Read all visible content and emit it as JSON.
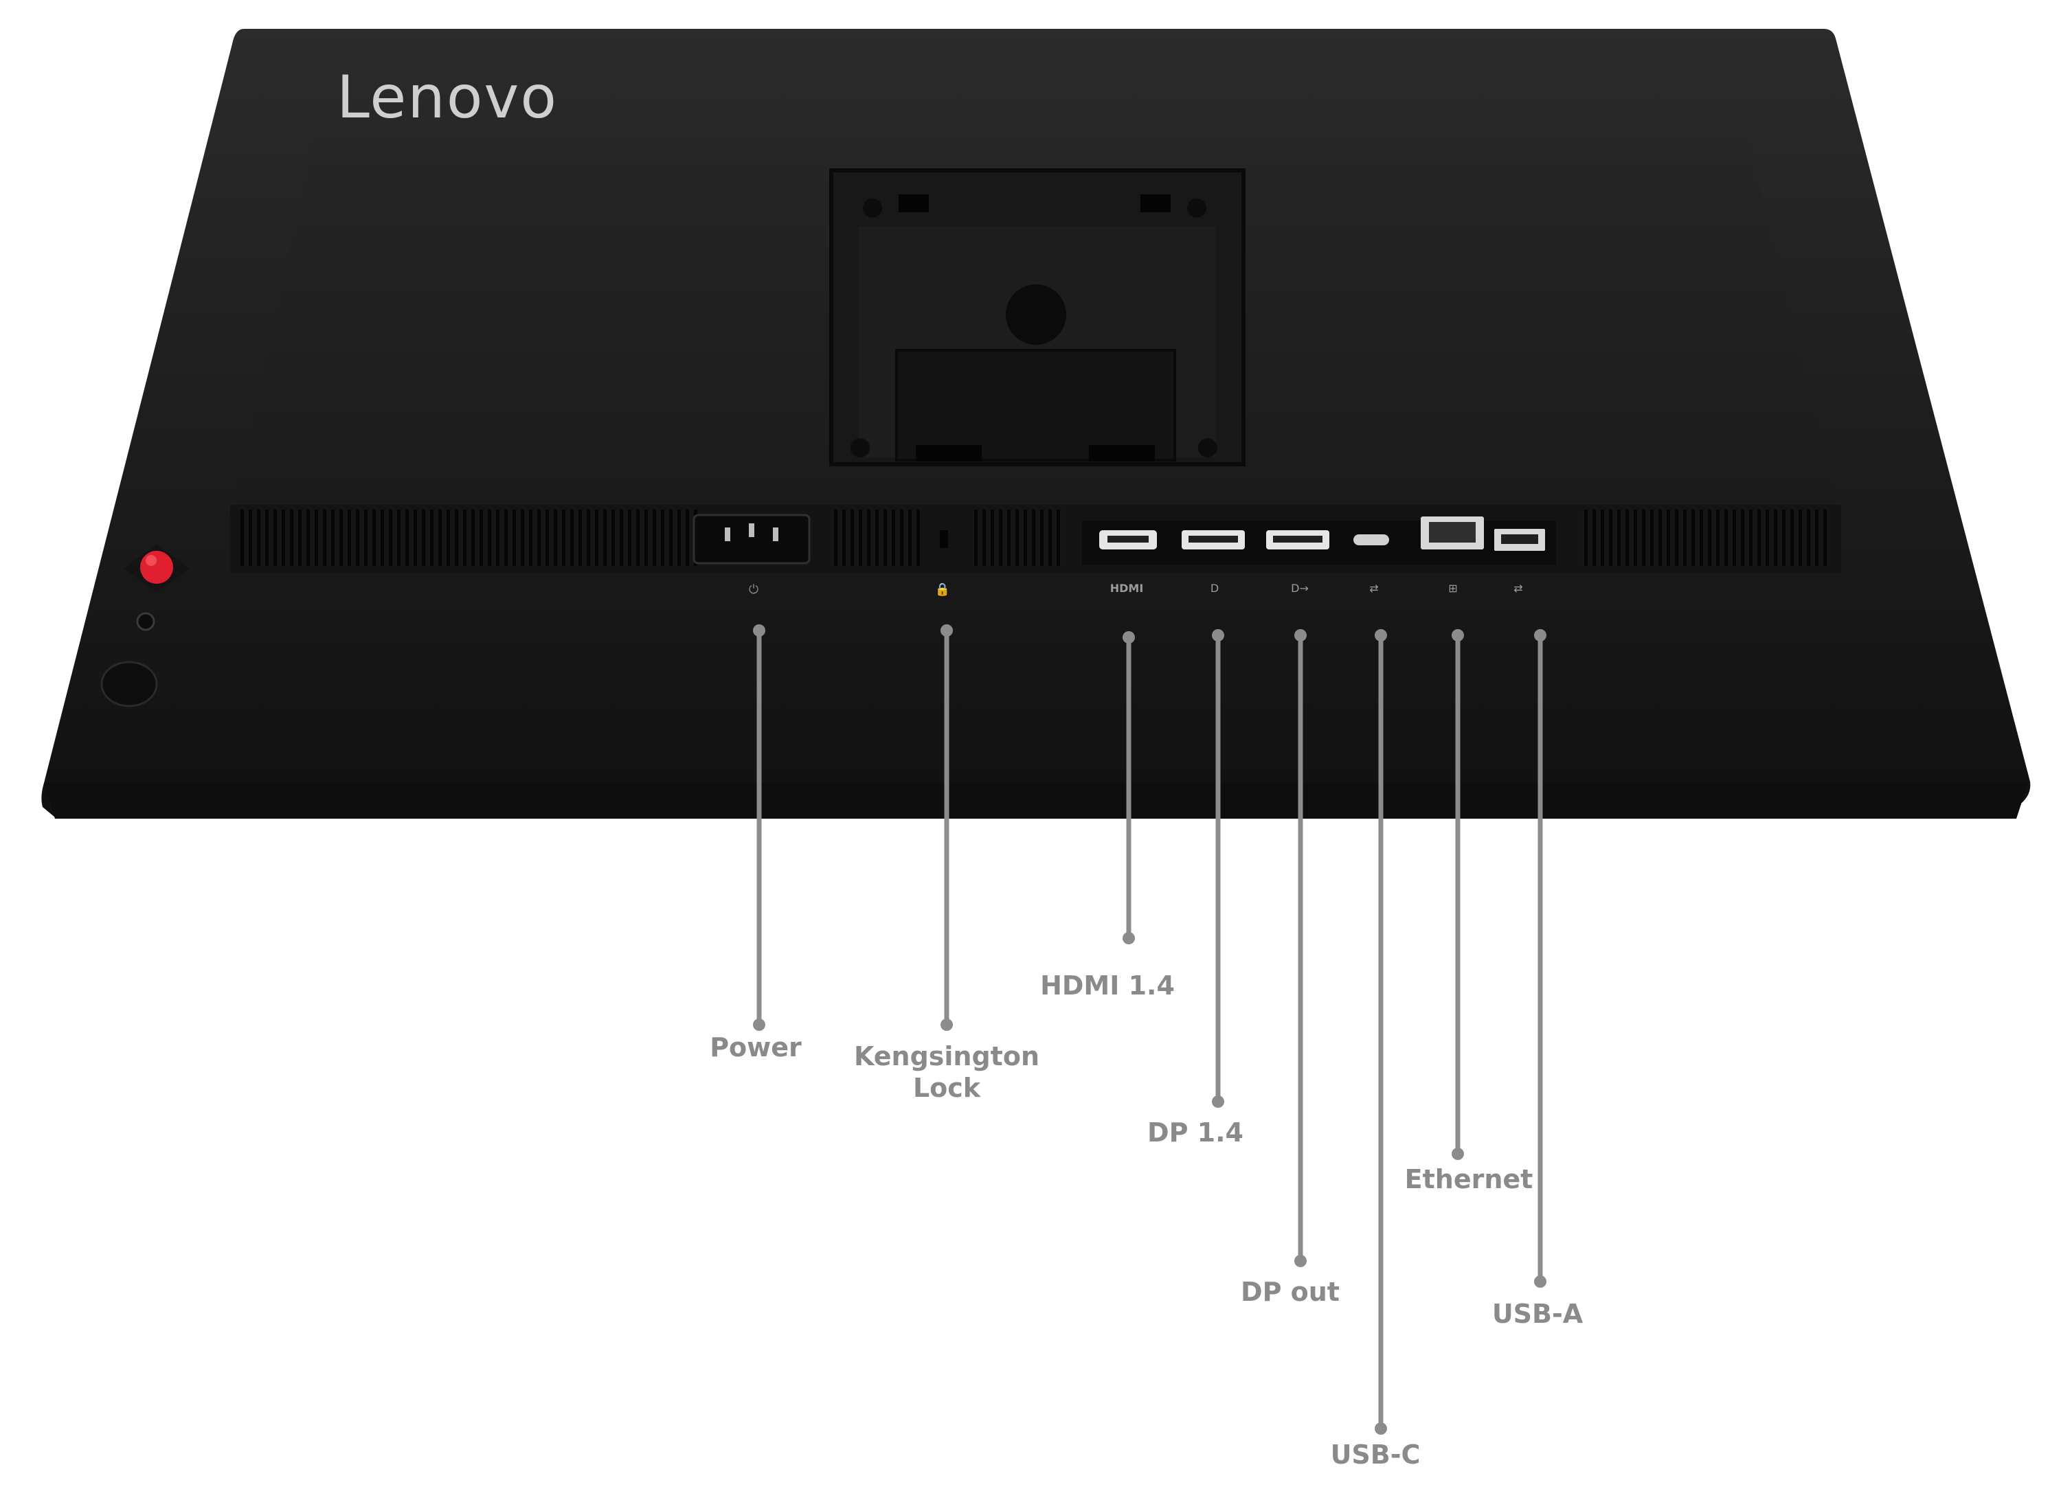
{
  "brand": {
    "logo_text": "Lenovo"
  },
  "port_symbols": {
    "hdmi_mark": "HDMI"
  },
  "callouts": [
    {
      "id": "power",
      "label": "Power"
    },
    {
      "id": "kensington",
      "label": "Kengsington\nLock"
    },
    {
      "id": "hdmi",
      "label": "HDMI 1.4"
    },
    {
      "id": "dp",
      "label": "DP 1.4"
    },
    {
      "id": "dpout",
      "label": "DP out"
    },
    {
      "id": "usbc",
      "label": "USB-C"
    },
    {
      "id": "ethernet",
      "label": "Ethernet"
    },
    {
      "id": "usba",
      "label": "USB-A"
    }
  ],
  "colors": {
    "chassis": "#1e1e1e",
    "callout_line": "#8c8c8c",
    "label_text": "#8a8a8a",
    "joystick": "#e02030",
    "logo": "#cfcfcf"
  }
}
